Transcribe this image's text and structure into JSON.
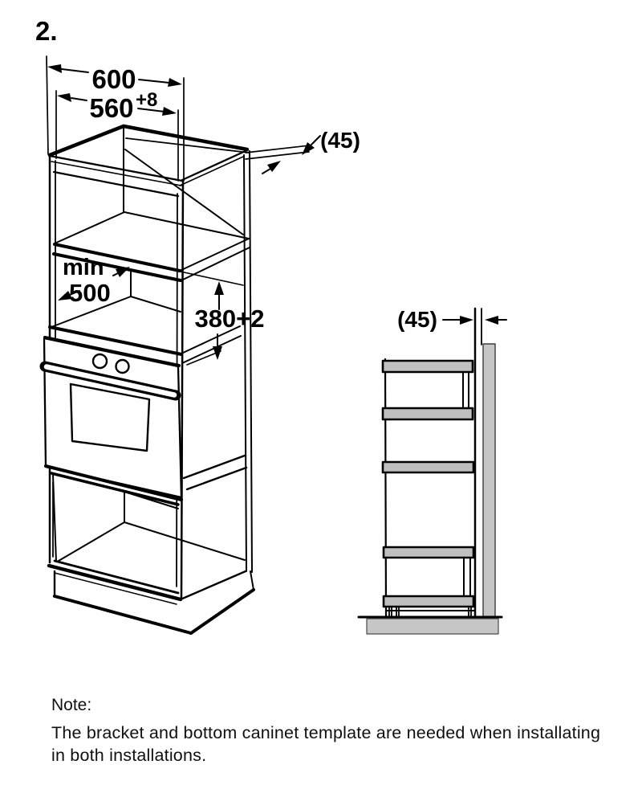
{
  "figure_label": "2.",
  "diagram": {
    "dim_width_outer": "600",
    "dim_width_inner": "560",
    "dim_width_inner_tol": "+8",
    "dim_top_rear_gap": "(45)",
    "dim_min_depth_word": "min",
    "dim_min_depth_value": "500",
    "dim_niche_height": "380+2",
    "dim_side_wall_gap": "(45)"
  },
  "note": {
    "label": "Note:",
    "line1": "The bracket and bottom caninet template are needed when installating",
    "line2": "in both installations."
  },
  "colors": {
    "line": "#000000",
    "wall_shading": "#c6c6c6",
    "bar_shading": "#bfbfbf",
    "background": "#ffffff"
  }
}
